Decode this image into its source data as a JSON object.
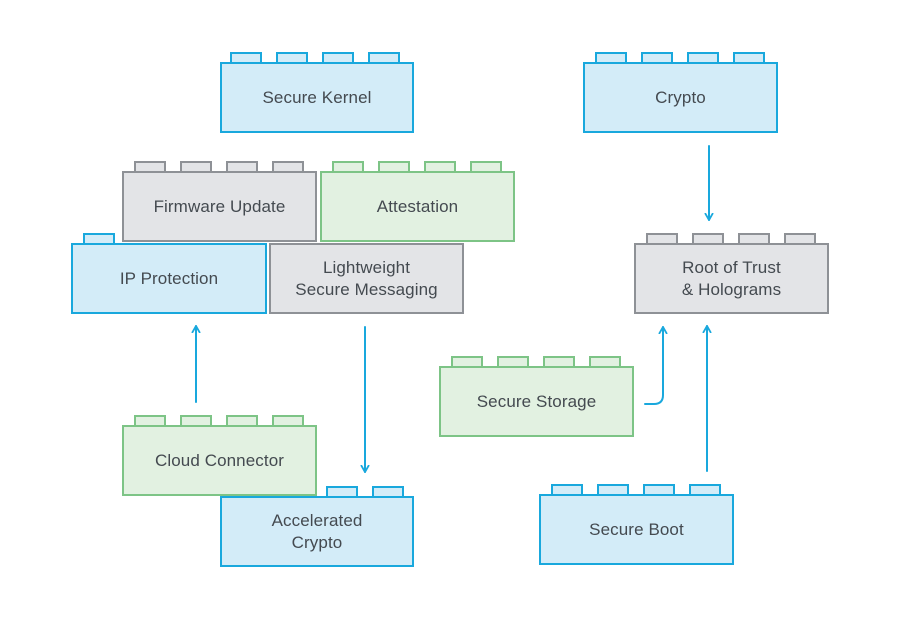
{
  "colors": {
    "blue": {
      "fill": "#d3ecf8",
      "stroke": "#19a8dd"
    },
    "gray": {
      "fill": "#e3e4e7",
      "stroke": "#8e9196"
    },
    "green": {
      "fill": "#e2f1e1",
      "stroke": "#7dc486"
    },
    "arrow": "#19a8dd"
  },
  "blocks": [
    {
      "id": "secure-kernel",
      "label": "Secure Kernel",
      "color": "blue"
    },
    {
      "id": "crypto",
      "label": "Crypto",
      "color": "blue"
    },
    {
      "id": "firmware-update",
      "label": "Firmware Update",
      "color": "gray"
    },
    {
      "id": "attestation",
      "label": "Attestation",
      "color": "green"
    },
    {
      "id": "root-of-trust",
      "label": "Root of Trust\n& Holograms",
      "color": "gray"
    },
    {
      "id": "ip-protection",
      "label": "IP Protection",
      "color": "blue"
    },
    {
      "id": "lightweight-secure-messaging",
      "label": "Lightweight\nSecure Messaging",
      "color": "gray"
    },
    {
      "id": "secure-storage",
      "label": "Secure Storage",
      "color": "green"
    },
    {
      "id": "cloud-connector",
      "label": "Cloud Connector",
      "color": "green"
    },
    {
      "id": "accelerated-crypto",
      "label": "Accelerated\nCrypto",
      "color": "blue"
    },
    {
      "id": "secure-boot",
      "label": "Secure Boot",
      "color": "blue"
    }
  ],
  "connections": [
    {
      "from": "crypto",
      "to": "root-of-trust"
    },
    {
      "from": "cloud-connector",
      "to": "ip-protection"
    },
    {
      "from": "lightweight-secure-messaging",
      "to": "accelerated-crypto"
    },
    {
      "from": "secure-storage",
      "to": "root-of-trust"
    },
    {
      "from": "secure-boot",
      "to": "root-of-trust"
    }
  ]
}
